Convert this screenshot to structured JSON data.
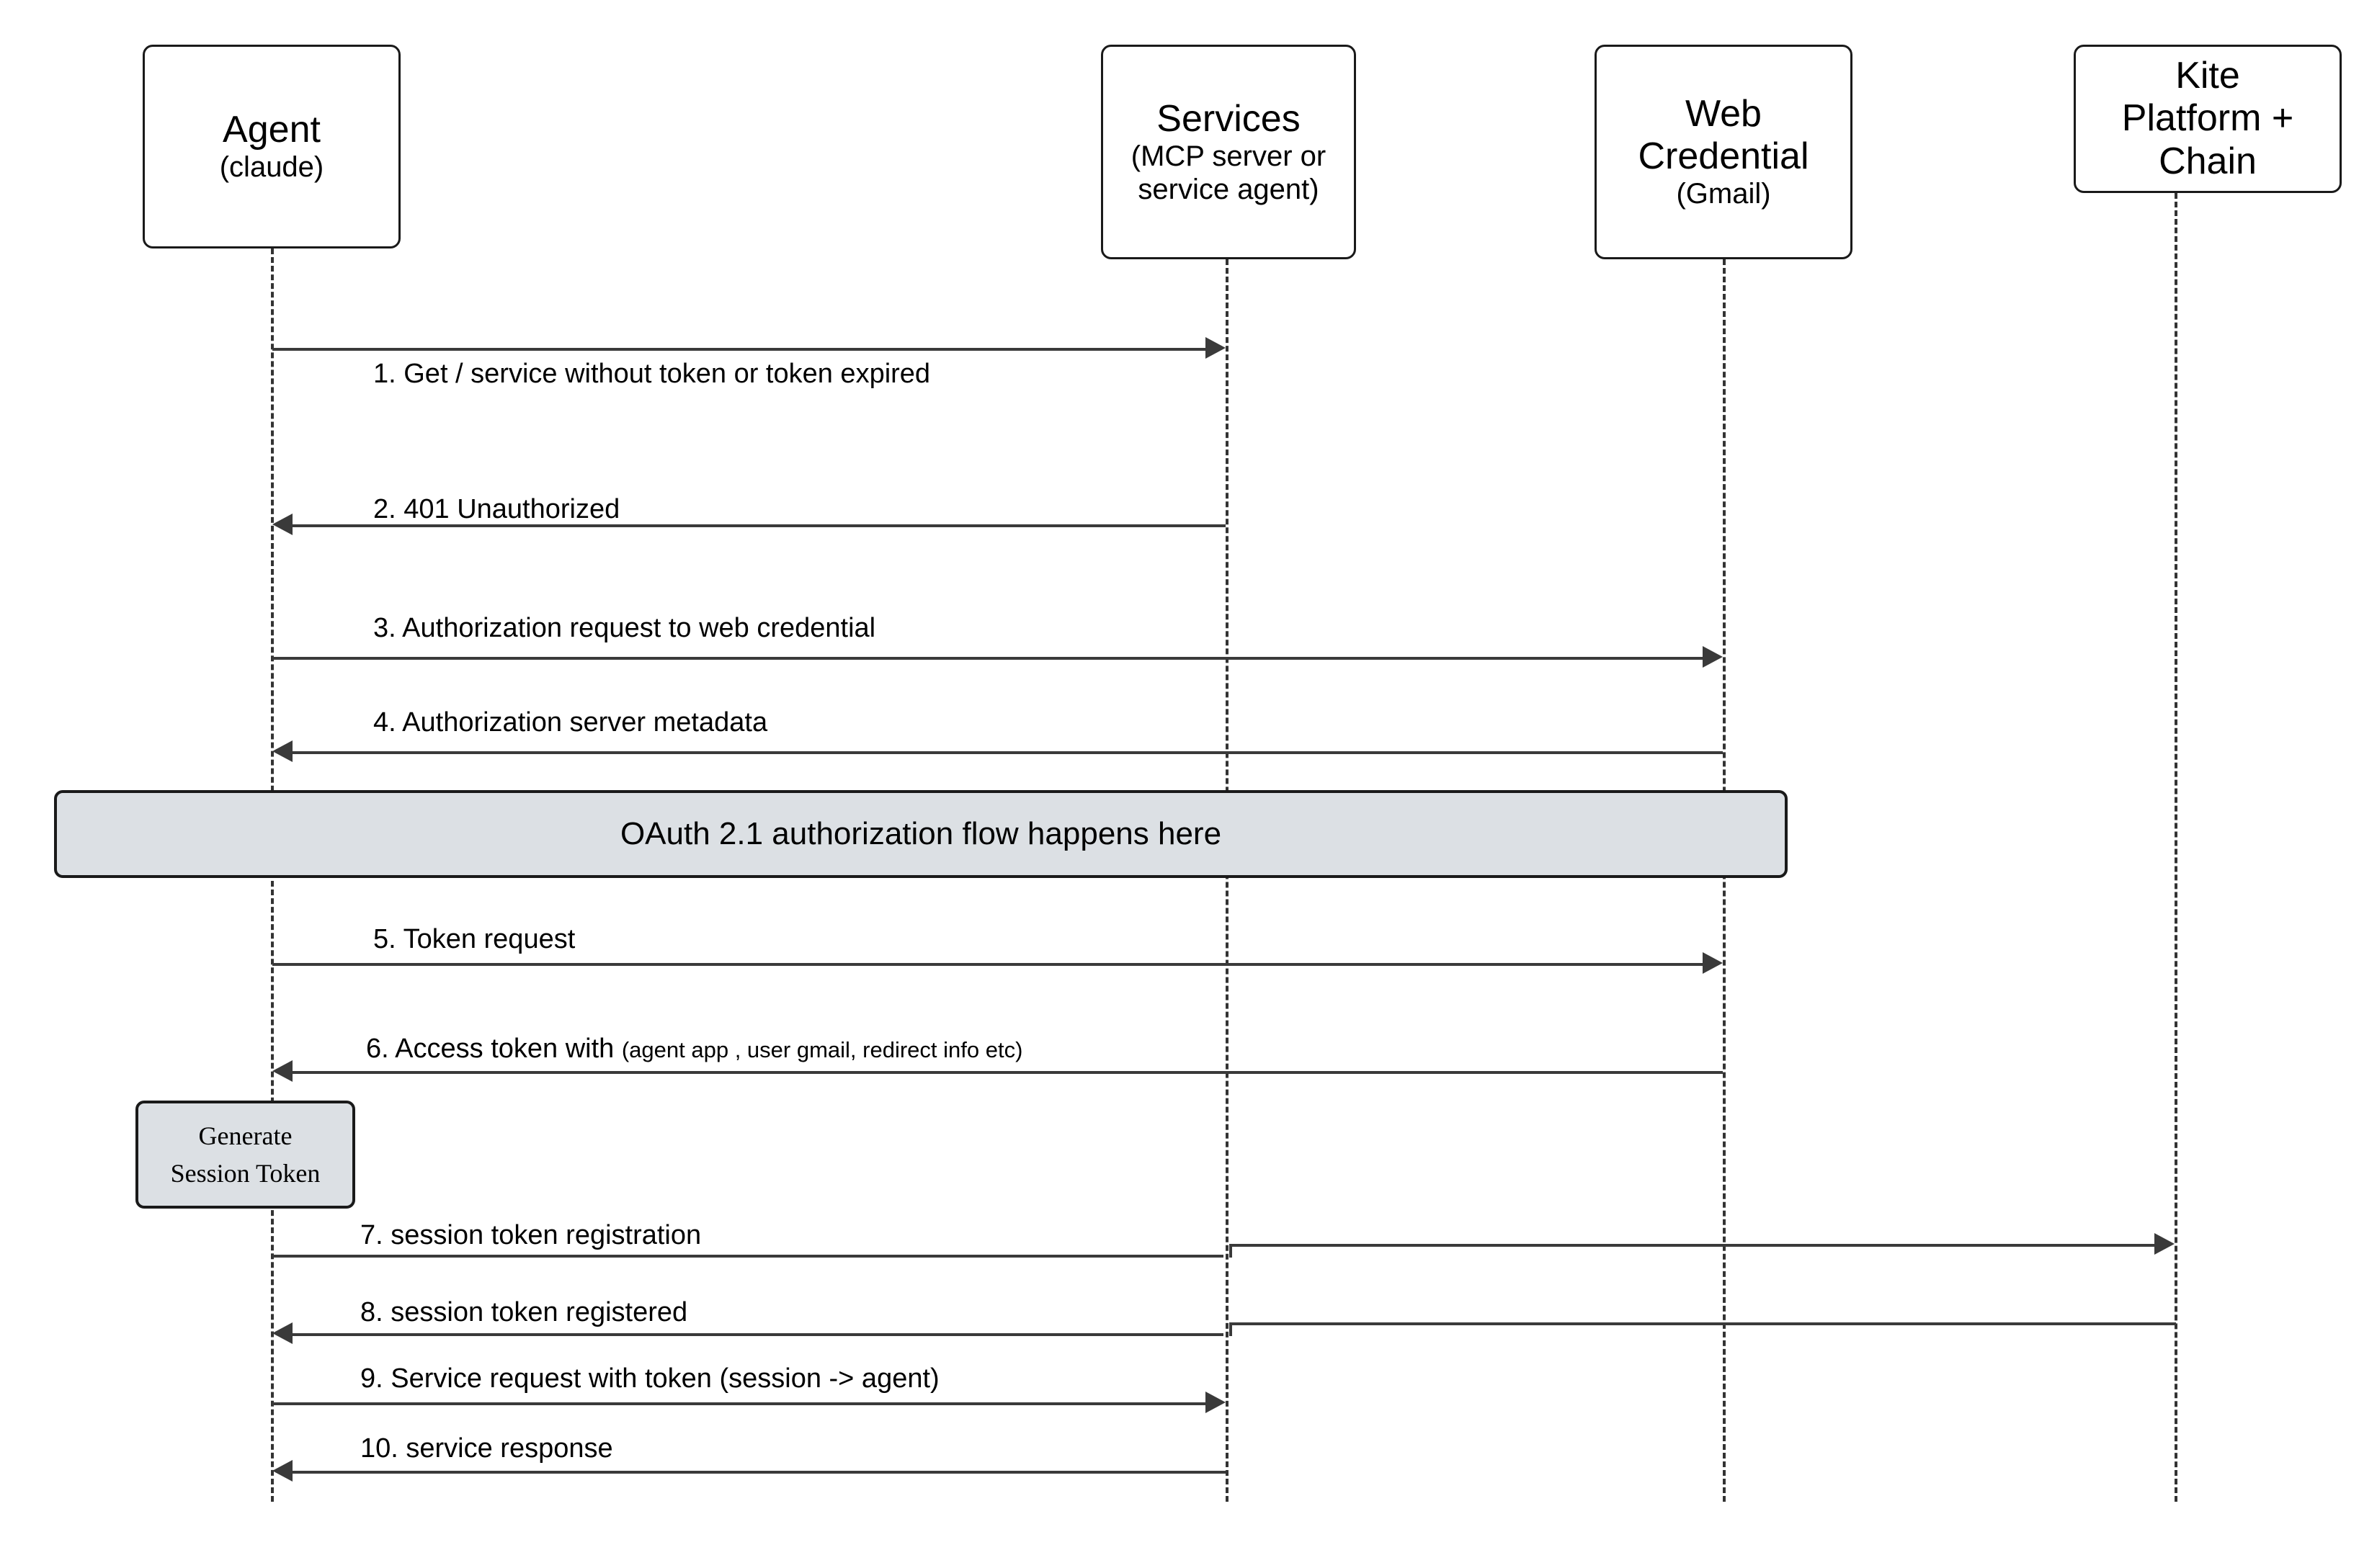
{
  "diagram": {
    "type": "sequence-diagram",
    "title_visible": false,
    "colors": {
      "note_fill": "#dce0e4",
      "line": "#3a3a3a",
      "border": "#1a1a1a",
      "background": "#ffffff"
    }
  },
  "participants": [
    {
      "id": "agent",
      "title": "Agent",
      "subtitle": "(claude)"
    },
    {
      "id": "services",
      "title": "Services",
      "subtitle_line1": "(MCP server or",
      "subtitle_line2": "service agent)"
    },
    {
      "id": "web_credential",
      "title_line1": "Web",
      "title_line2": "Credential",
      "subtitle": "(Gmail)"
    },
    {
      "id": "kite",
      "title_line1": "Kite",
      "title_line2": "Platform +",
      "title_line3": "Chain"
    }
  ],
  "messages": [
    {
      "num": "1",
      "label": "1. Get / service without token or token expired",
      "from": "agent",
      "to": "services",
      "direction": "right"
    },
    {
      "num": "2",
      "label": "2. 401 Unauthorized",
      "from": "services",
      "to": "agent",
      "direction": "left"
    },
    {
      "num": "3",
      "label": "3. Authorization request to web credential",
      "from": "agent",
      "to": "web_credential",
      "direction": "right"
    },
    {
      "num": "4",
      "label": "4. Authorization server  metadata",
      "from": "web_credential",
      "to": "agent",
      "direction": "left"
    },
    {
      "num": "5",
      "label": "5.  Token request",
      "from": "agent",
      "to": "web_credential",
      "direction": "right"
    },
    {
      "num": "6",
      "label_main": "6. Access token with ",
      "label_small": "(agent app , user gmail, redirect info etc)",
      "from": "web_credential",
      "to": "agent",
      "direction": "left"
    },
    {
      "num": "7",
      "label": "7. session token registration",
      "from": "agent",
      "to": "kite",
      "direction": "right"
    },
    {
      "num": "8",
      "label": "8. session token registered",
      "from": "kite",
      "to": "agent",
      "direction": "left"
    },
    {
      "num": "9",
      "label": "9. Service request with token (session -> agent)",
      "from": "agent",
      "to": "services",
      "direction": "right"
    },
    {
      "num": "10",
      "label": "10. service response",
      "from": "services",
      "to": "agent",
      "direction": "left"
    }
  ],
  "notes": [
    {
      "id": "oauth-note",
      "text": "OAuth 2.1 authorization flow happens here"
    }
  ],
  "activations": [
    {
      "id": "generate-session-token",
      "line1": "Generate",
      "line2": "Session Token"
    }
  ]
}
